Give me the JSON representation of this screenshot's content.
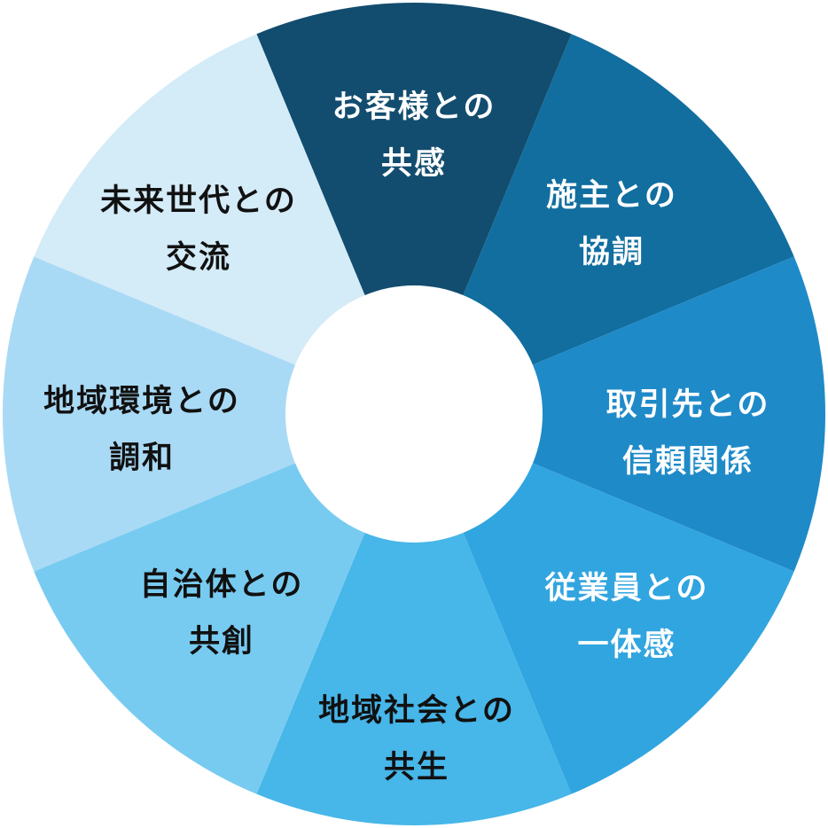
{
  "diagram": {
    "segments": [
      {
        "id": "customers",
        "lines": [
          "お客様との",
          "共感"
        ],
        "color": "#124d6f",
        "text_color": "#ffffff"
      },
      {
        "id": "client",
        "lines": [
          "施主との",
          "協調"
        ],
        "color": "#116e9f",
        "text_color": "#ffffff"
      },
      {
        "id": "partners",
        "lines": [
          "取引先との",
          "信頼関係"
        ],
        "color": "#1f8ac8",
        "text_color": "#ffffff"
      },
      {
        "id": "employees",
        "lines": [
          "従業員との",
          "一体感"
        ],
        "color": "#31a5df",
        "text_color": "#ffffff"
      },
      {
        "id": "local-society",
        "lines": [
          "地域社会との",
          "共生"
        ],
        "color": "#47b6e9",
        "text_color": "#111111"
      },
      {
        "id": "municipality",
        "lines": [
          "自治体との",
          "共創"
        ],
        "color": "#78cbf0",
        "text_color": "#111111"
      },
      {
        "id": "environment",
        "lines": [
          "地域環境との",
          "調和"
        ],
        "color": "#a9daf5",
        "text_color": "#111111"
      },
      {
        "id": "future",
        "lines": [
          "未来世代との",
          "交流"
        ],
        "color": "#d4ebf8",
        "text_color": "#111111"
      }
    ],
    "hub_color": "#ffffff"
  }
}
